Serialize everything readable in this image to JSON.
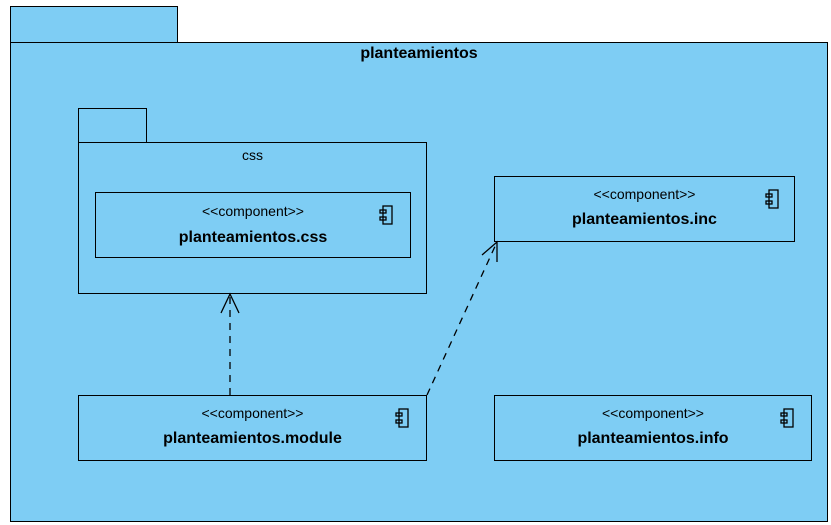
{
  "colors": {
    "package_fill": "#7ecdf4",
    "line": "#000000"
  },
  "outer_package": {
    "name": "planteamientos"
  },
  "inner_package": {
    "name": "css"
  },
  "components": {
    "css": {
      "stereotype": "<<component>>",
      "name": "planteamientos.css",
      "icon": "component-icon"
    },
    "inc": {
      "stereotype": "<<component>>",
      "name": "planteamientos.inc",
      "icon": "component-icon"
    },
    "module": {
      "stereotype": "<<component>>",
      "name": "planteamientos.module",
      "icon": "component-icon"
    },
    "info": {
      "stereotype": "<<component>>",
      "name": "planteamientos.info",
      "icon": "component-icon"
    }
  },
  "dependencies": [
    {
      "from": "planteamientos.module",
      "to": "css",
      "style": "dashed-open-arrow"
    },
    {
      "from": "planteamientos.module",
      "to": "planteamientos.inc",
      "style": "dashed-open-arrow"
    }
  ]
}
